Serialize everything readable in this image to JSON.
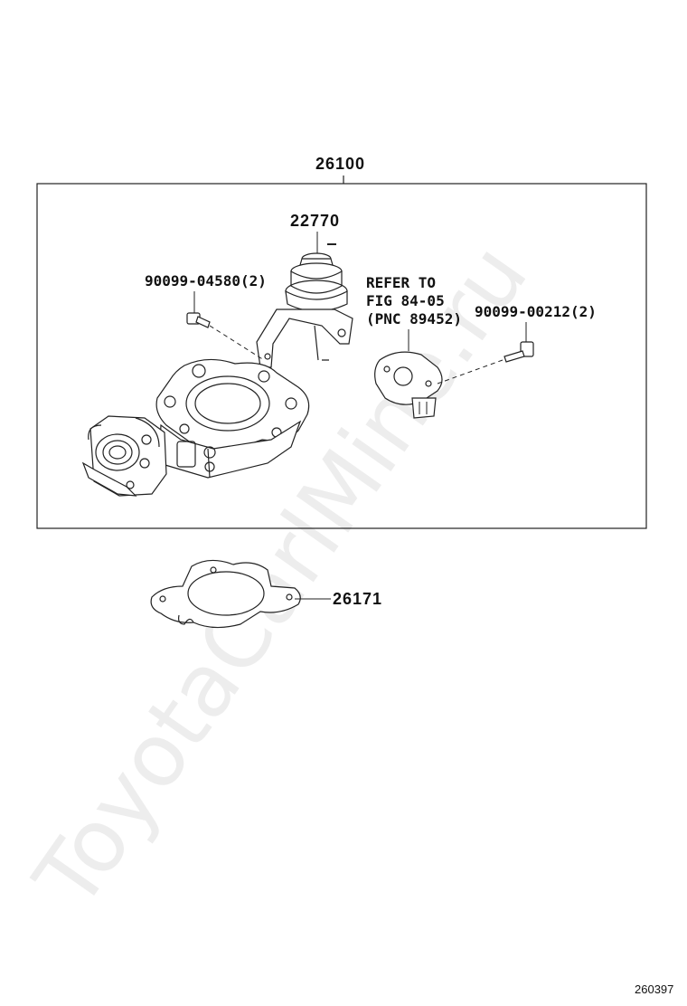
{
  "callouts": {
    "assembly": "26100",
    "vacuum_actuator": "22770",
    "bolt_left": "90099-04580(2)",
    "screw_right": "90099-00212(2)",
    "gasket": "26171"
  },
  "refer_note": {
    "line1": "REFER TO",
    "line2": "FIG 84-05",
    "line3": "(PNC 89452)"
  },
  "watermark": "ToyotaCarlMine.ru",
  "figure_id": "260397"
}
